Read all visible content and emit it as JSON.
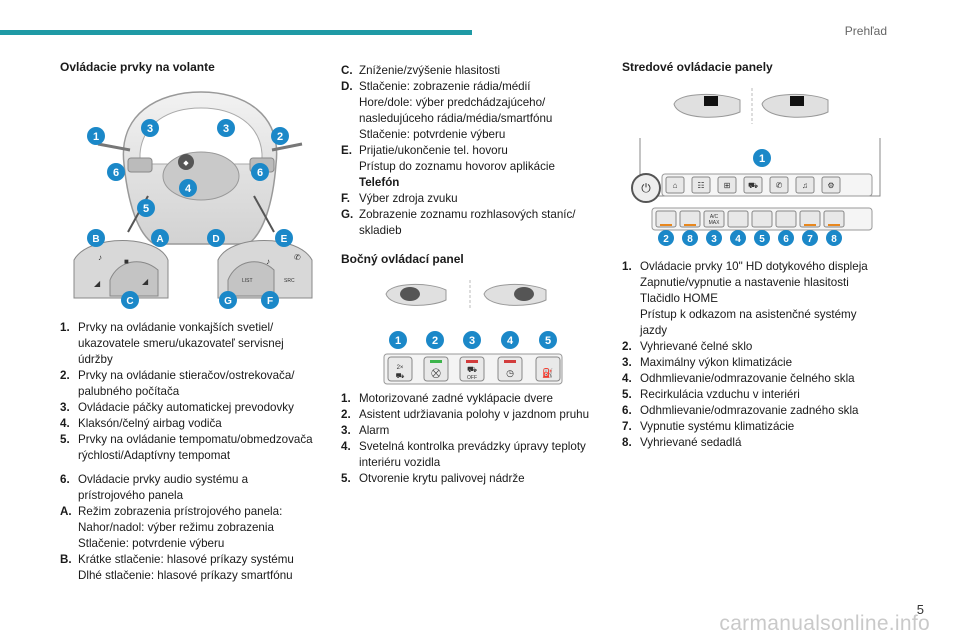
{
  "header": {
    "title": "Prehľad"
  },
  "page_number": "5",
  "watermark": "carmanualsonline.info",
  "colors": {
    "accent": "#1f9aa5",
    "badge": "#1b88c8"
  },
  "col1": {
    "title": "Ovládacie prvky na volante",
    "badges_wheel": [
      "1",
      "3",
      "3",
      "2",
      "6",
      "6",
      "4",
      "5"
    ],
    "badges_switch": [
      "B",
      "A",
      "D",
      "E",
      "C",
      "G",
      "F"
    ],
    "switch_labels": {
      "list": "LIST",
      "src": "SRC"
    },
    "items": [
      {
        "k": "1.",
        "lines": [
          "Prvky na ovládanie vonkajších svetiel/",
          "ukazovatele smeru/ukazovateľ servisnej",
          "údržby"
        ]
      },
      {
        "k": "2.",
        "lines": [
          "Prvky na ovládanie stieračov/ostrekovača/",
          "palubného počítača"
        ]
      },
      {
        "k": "3.",
        "lines": [
          "Ovládacie páčky automatickej prevodovky"
        ]
      },
      {
        "k": "4.",
        "lines": [
          "Klaksón/čelný airbag vodiča"
        ]
      },
      {
        "k": "5.",
        "lines": [
          "Prvky na ovládanie tempomatu/obmedzovača",
          "rýchlosti/Adaptívny tempomat"
        ]
      }
    ],
    "items2": [
      {
        "k": "6.",
        "lines": [
          "Ovládacie prvky audio systému a",
          "prístrojového panela"
        ]
      },
      {
        "k": "A.",
        "lines": [
          "Režim zobrazenia prístrojového panela:",
          "Nahor/nadol: výber režimu zobrazenia",
          "Stlačenie: potvrdenie výberu"
        ]
      },
      {
        "k": "B.",
        "lines": [
          "Krátke stlačenie: hlasové príkazy systému",
          "Dlhé stlačenie: hlasové príkazy smartfónu"
        ]
      }
    ]
  },
  "col2": {
    "items": [
      {
        "k": "C.",
        "lines": [
          "Zníženie/zvýšenie hlasitosti"
        ]
      },
      {
        "k": "D.",
        "lines": [
          "Stlačenie: zobrazenie rádia/médií",
          "Hore/dole: výber predchádzajúceho/",
          "nasledujúceho rádia/média/smartfónu",
          "Stlačenie: potvrdenie výberu"
        ]
      },
      {
        "k": "E.",
        "lines": [
          "Prijatie/ukončenie tel. hovoru",
          "Prístup do zoznamu hovorov aplikácie"
        ],
        "bold": "Telefón"
      },
      {
        "k": "F.",
        "lines": [
          "Výber zdroja zvuku"
        ]
      },
      {
        "k": "G.",
        "lines": [
          "Zobrazenie zoznamu rozhlasových staníc/",
          "skladieb"
        ]
      }
    ],
    "title": "Bočný ovládací panel",
    "badges": [
      "1",
      "2",
      "3",
      "4",
      "5"
    ],
    "button_labels": {
      "b1": "2×",
      "b4": "OFF"
    },
    "items2": [
      {
        "k": "1.",
        "lines": [
          "Motorizované zadné vyklápacie dvere"
        ]
      },
      {
        "k": "2.",
        "lines": [
          "Asistent udržiavania polohy v jazdnom pruhu"
        ]
      },
      {
        "k": "3.",
        "lines": [
          "Alarm"
        ]
      },
      {
        "k": "4.",
        "lines": [
          "Svetelná kontrolka prevádzky úpravy teploty",
          "interiéru vozidla"
        ]
      },
      {
        "k": "5.",
        "lines": [
          "Otvorenie krytu palivovej nádrže"
        ]
      }
    ]
  },
  "col3": {
    "title": "Stredové ovládacie panely",
    "badge_top": "1",
    "badges_bottom": [
      "2",
      "8",
      "3",
      "4",
      "5",
      "6",
      "7",
      "8"
    ],
    "ac_max": {
      "l1": "A/C",
      "l2": "MAX"
    },
    "items": [
      {
        "k": "1.",
        "lines": [
          "Ovládacie prvky 10\" HD dotykového displeja",
          "Zapnutie/vypnutie a nastavenie hlasitosti",
          "Tlačidlo HOME",
          "Prístup k odkazom na asistenčné systémy",
          "jazdy"
        ]
      },
      {
        "k": "2.",
        "lines": [
          "Vyhrievané čelné sklo"
        ]
      },
      {
        "k": "3.",
        "lines": [
          "Maximálny výkon klimatizácie"
        ]
      },
      {
        "k": "4.",
        "lines": [
          "Odhmlievanie/odmrazovanie čelného skla"
        ]
      },
      {
        "k": "5.",
        "lines": [
          "Recirkulácia vzduchu v interiéri"
        ]
      },
      {
        "k": "6.",
        "lines": [
          "Odhmlievanie/odmrazovanie zadného skla"
        ]
      },
      {
        "k": "7.",
        "lines": [
          "Vypnutie systému klimatizácie"
        ]
      },
      {
        "k": "8.",
        "lines": [
          "Vyhrievané sedadlá"
        ]
      }
    ]
  }
}
